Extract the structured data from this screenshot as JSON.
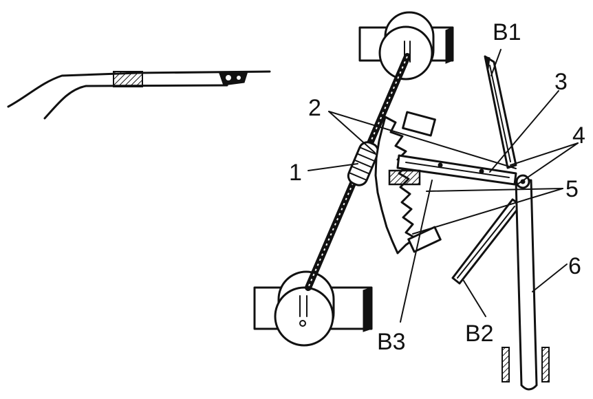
{
  "labels": {
    "b1": "B1",
    "b2": "B2",
    "b3": "B3",
    "n1": "1",
    "n2": "2",
    "n3": "3",
    "n4": "4",
    "n5": "5",
    "n6": "6"
  },
  "colors": {
    "ink": "#111111",
    "paper": "#ffffff"
  }
}
